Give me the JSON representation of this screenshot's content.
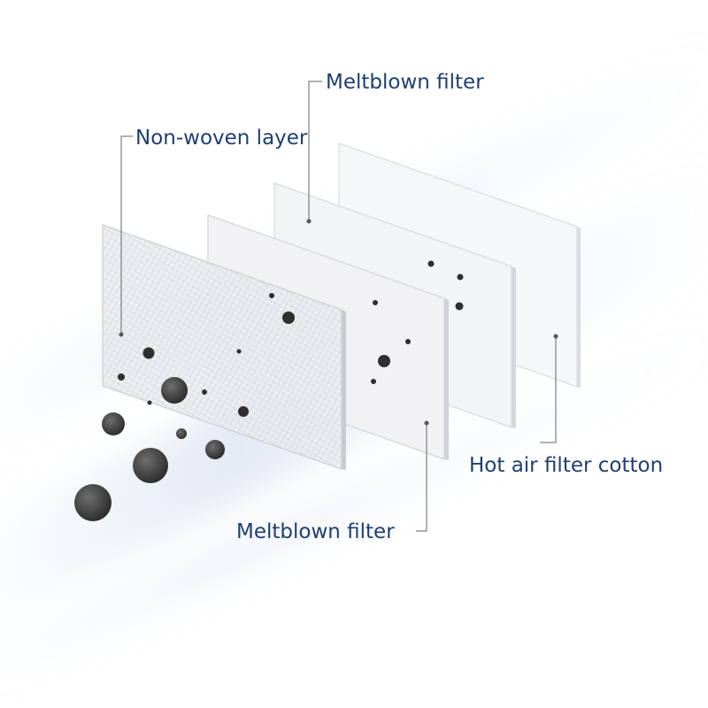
{
  "labels": {
    "non_woven": "Non-woven layer",
    "meltblown_top": "Meltblown filter",
    "meltblown_bottom": "Meltblown filter",
    "hot_air": "Hot air filter cotton"
  },
  "colors": {
    "label_text": "#1f3f73",
    "leader_line": "#555555",
    "particle": "#3a3a3a",
    "airflow": "#dfe6f2"
  }
}
